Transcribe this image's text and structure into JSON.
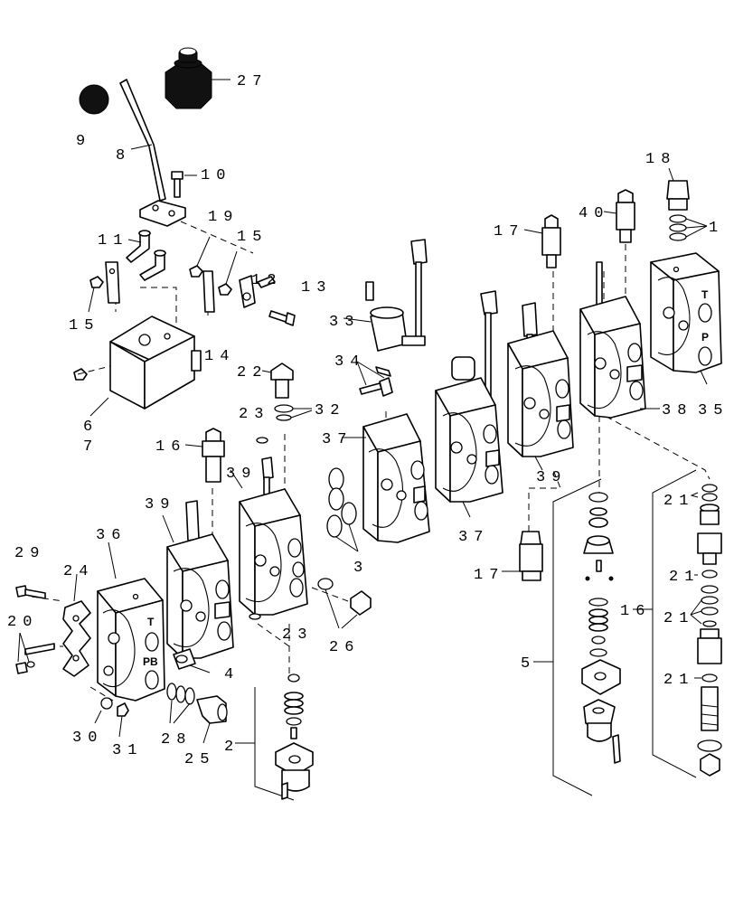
{
  "diagram": {
    "callouts": {
      "c27": "27",
      "c9": "9",
      "c8": "8",
      "c10": "10",
      "c19": "19",
      "c11": "11",
      "c15a": "15",
      "c15b": "15",
      "c12": "12",
      "c13": "13",
      "c14": "14",
      "c6": "6",
      "c7": "7",
      "c22": "22",
      "c23a": "23",
      "c32": "32",
      "c33": "33",
      "c34": "34",
      "c37a": "37",
      "c37b": "37",
      "c3": "3",
      "c16a": "16",
      "c39a": "39",
      "c39b": "39",
      "c39c": "39",
      "c36": "36",
      "c29": "29",
      "c24": "24",
      "c20": "20",
      "c30": "30",
      "c31": "31",
      "c28": "28",
      "c25": "25",
      "c4": "4",
      "c23b": "23",
      "c26": "26",
      "c2": "2",
      "c18": "18",
      "c1": "1",
      "c40": "40",
      "c17a": "17",
      "c17b": "17",
      "c38": "38",
      "c35": "35",
      "c5": "5",
      "c16b": "16",
      "c21a": "21",
      "c21b": "21",
      "c21c": "21",
      "c21d": "21"
    },
    "etched": {
      "t1": "T",
      "p1": "P",
      "t2": "T",
      "pb": "PB"
    }
  }
}
